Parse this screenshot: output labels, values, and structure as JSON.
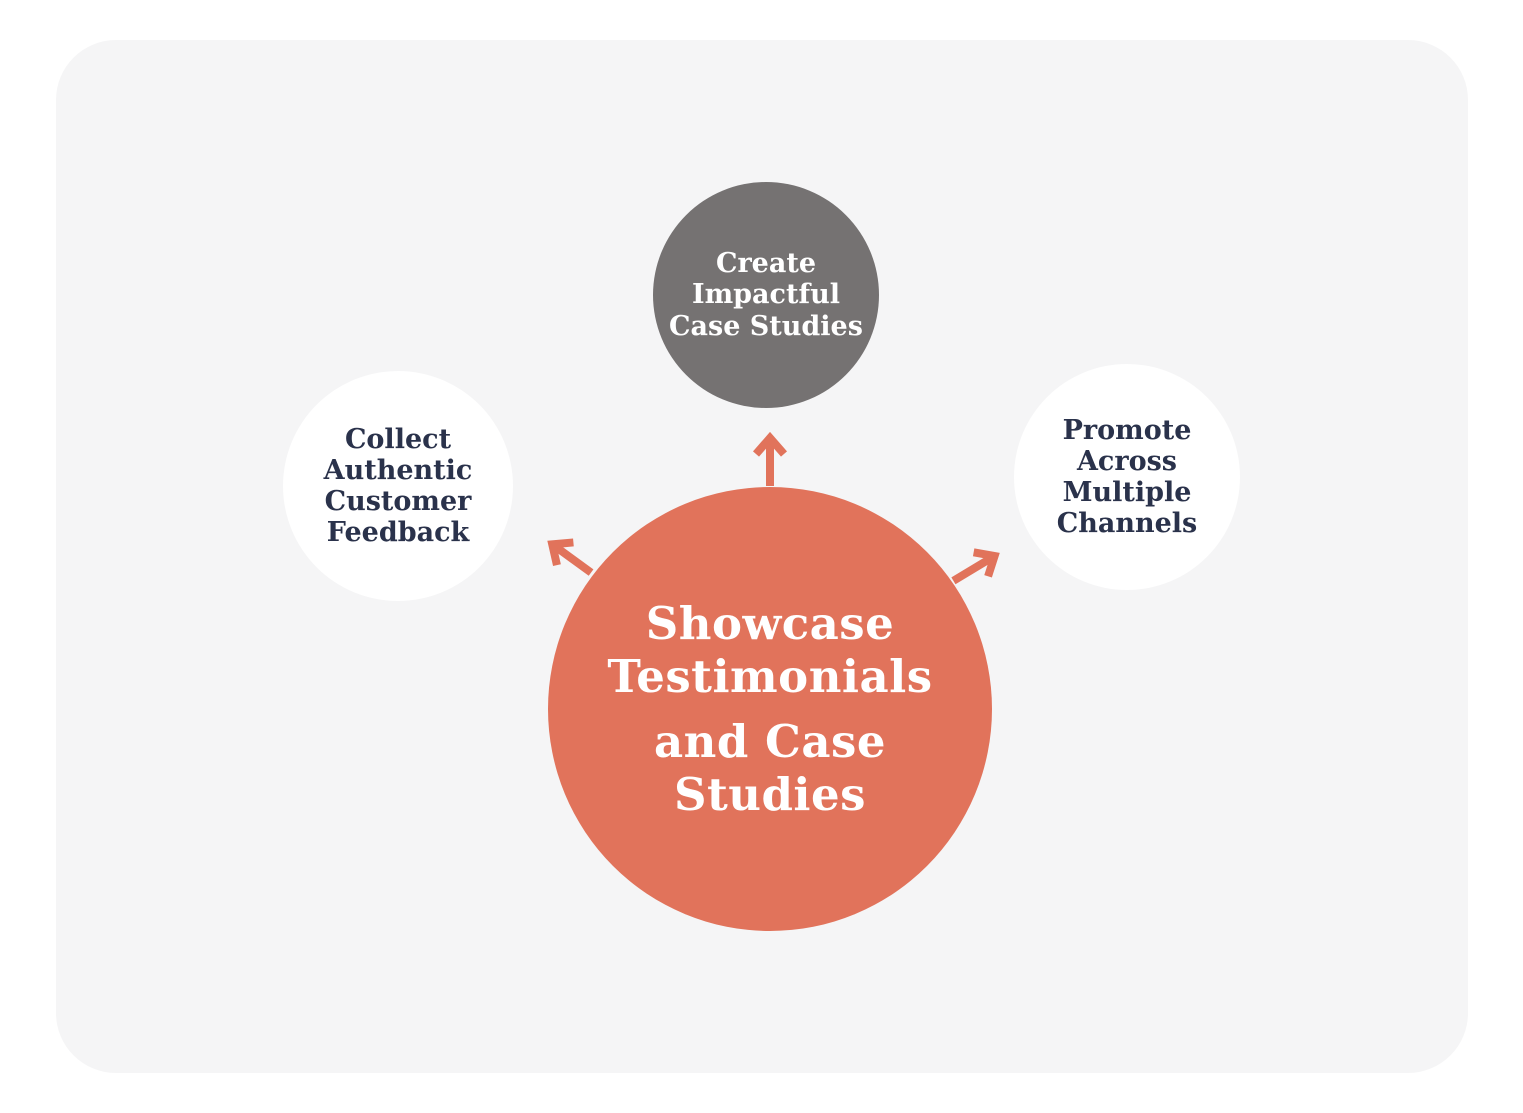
{
  "colors": {
    "page_bg": "#FFFFFF",
    "card_bg": "#F5F5F6",
    "center_circle": "#E1735B",
    "top_circle": "#757272",
    "satellite_circle": "#FFFFFF",
    "light_text": "#FFFFFF",
    "dark_text": "#2A324B",
    "arrow": "#E1735B"
  },
  "diagram": {
    "center_node": {
      "line1": "Showcase\nTestimonials",
      "line2": "and Case\nStudies"
    },
    "top_node": {
      "label": "Create\nImpactful\nCase Studies"
    },
    "left_node": {
      "label": "Collect\nAuthentic\nCustomer\nFeedback"
    },
    "right_node": {
      "label": "Promote\nAcross\nMultiple\nChannels"
    },
    "arrows": [
      {
        "name": "arrow-up",
        "direction": "up"
      },
      {
        "name": "arrow-up-left",
        "direction": "up-left"
      },
      {
        "name": "arrow-up-right",
        "direction": "up-right"
      }
    ]
  }
}
